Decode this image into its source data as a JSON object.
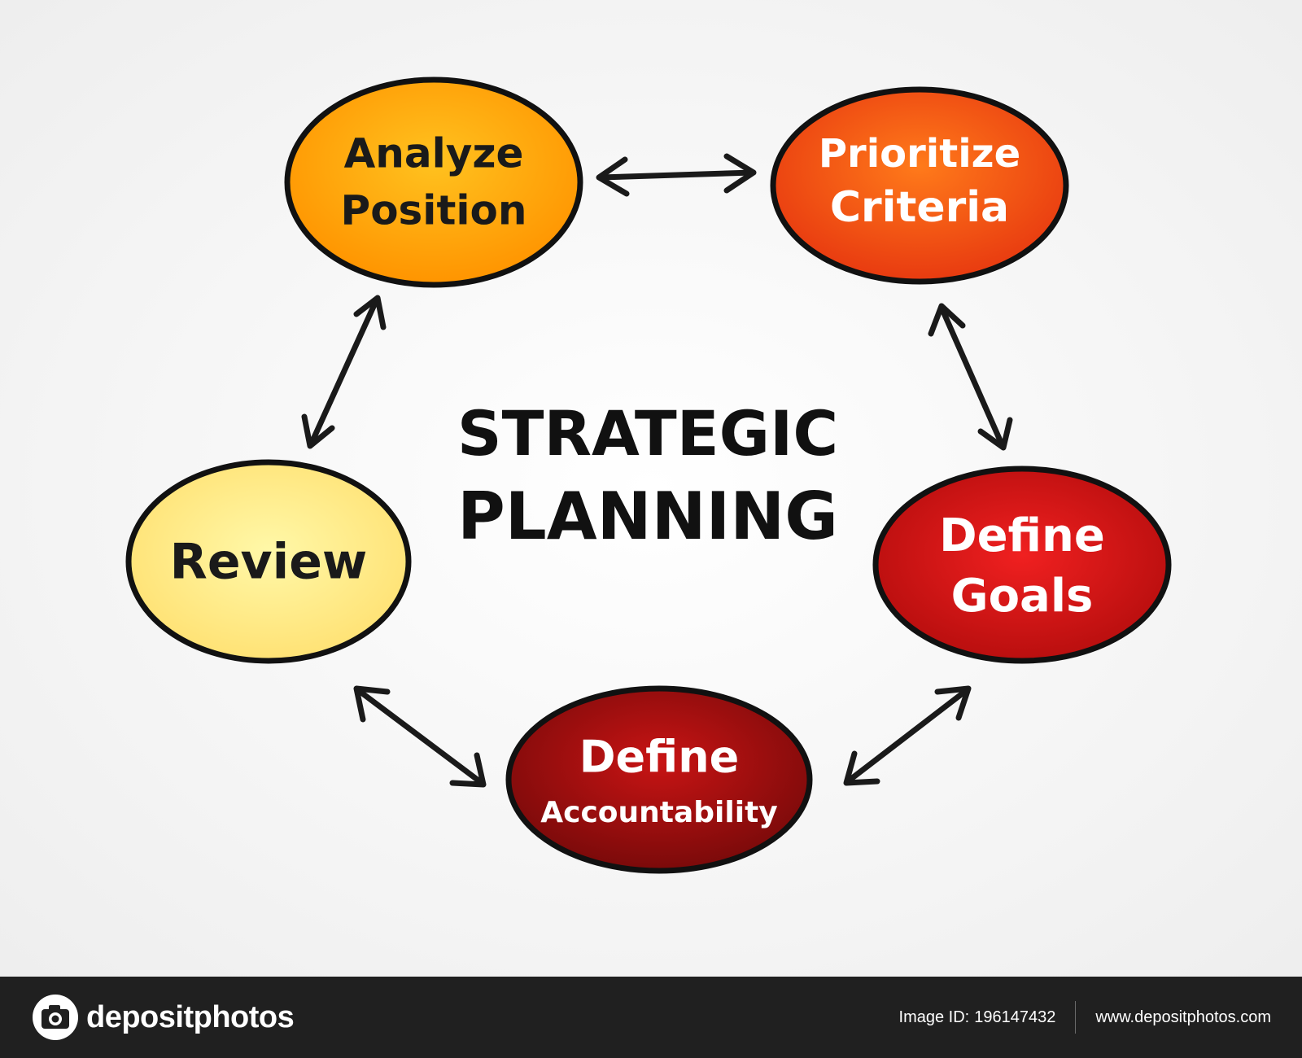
{
  "diagram": {
    "center": {
      "line1": "STRATEGIC",
      "line2": "PLANNING"
    },
    "nodes": [
      {
        "id": "analyze-position",
        "line1": "Analyze",
        "line2": "Position",
        "fill_start": "#ffc21f",
        "fill_end": "#ff9400",
        "text_color": "#1a1a1a"
      },
      {
        "id": "prioritize-criteria",
        "line1": "Prioritize",
        "line2": "Criteria",
        "fill_start": "#ff7a1a",
        "fill_end": "#e83a10",
        "text_color": "#ffffff"
      },
      {
        "id": "define-goals",
        "line1": "Define",
        "line2": "Goals",
        "fill_start": "#f02020",
        "fill_end": "#b40d0d",
        "text_color": "#ffffff"
      },
      {
        "id": "define-accountability",
        "line1": "Define",
        "line2": "Accountability",
        "fill_start": "#c81414",
        "fill_end": "#7a0a0a",
        "text_color": "#ffffff"
      },
      {
        "id": "review",
        "line1": "Review",
        "line2": "",
        "fill_start": "#fff8a8",
        "fill_end": "#ffe070",
        "text_color": "#1a1a1a"
      }
    ],
    "arrows": [
      {
        "from": "analyze-position",
        "to": "prioritize-criteria",
        "style": "bidirectional"
      },
      {
        "from": "prioritize-criteria",
        "to": "define-goals",
        "style": "bidirectional"
      },
      {
        "from": "define-goals",
        "to": "define-accountability",
        "style": "bidirectional"
      },
      {
        "from": "define-accountability",
        "to": "review",
        "style": "bidirectional"
      },
      {
        "from": "review",
        "to": "analyze-position",
        "style": "bidirectional"
      }
    ]
  },
  "footer": {
    "brand": "depositphotos",
    "image_id_label": "Image ID:",
    "image_id": "196147432",
    "url": "www.depositphotos.com"
  }
}
